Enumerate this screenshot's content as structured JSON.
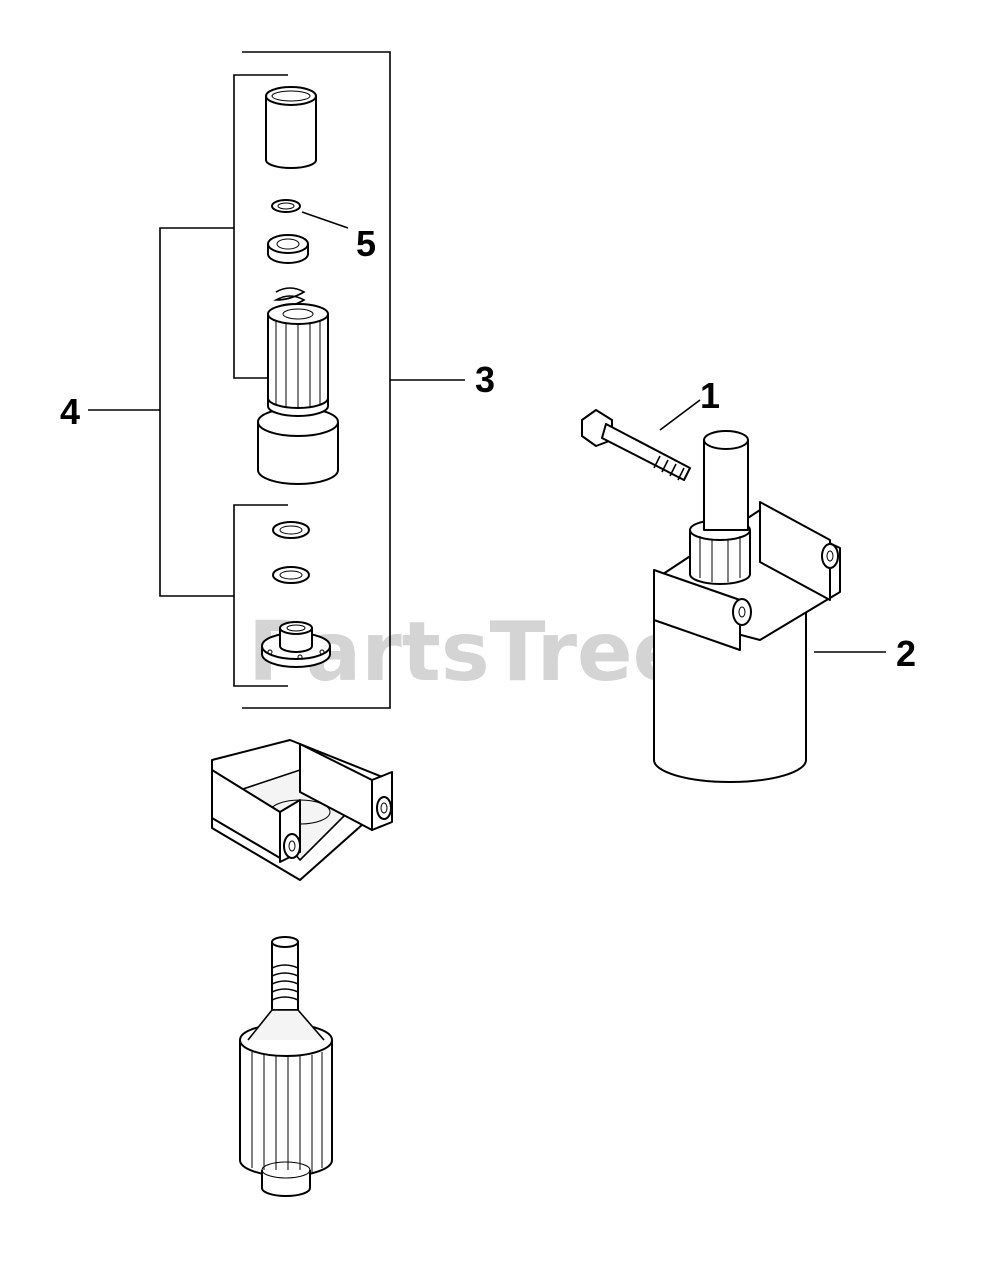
{
  "diagram": {
    "watermark": "PartsTree",
    "watermark_mark": "™",
    "callouts": {
      "c1": "1",
      "c2": "2",
      "c3": "3",
      "c4": "4",
      "c5": "5"
    }
  }
}
